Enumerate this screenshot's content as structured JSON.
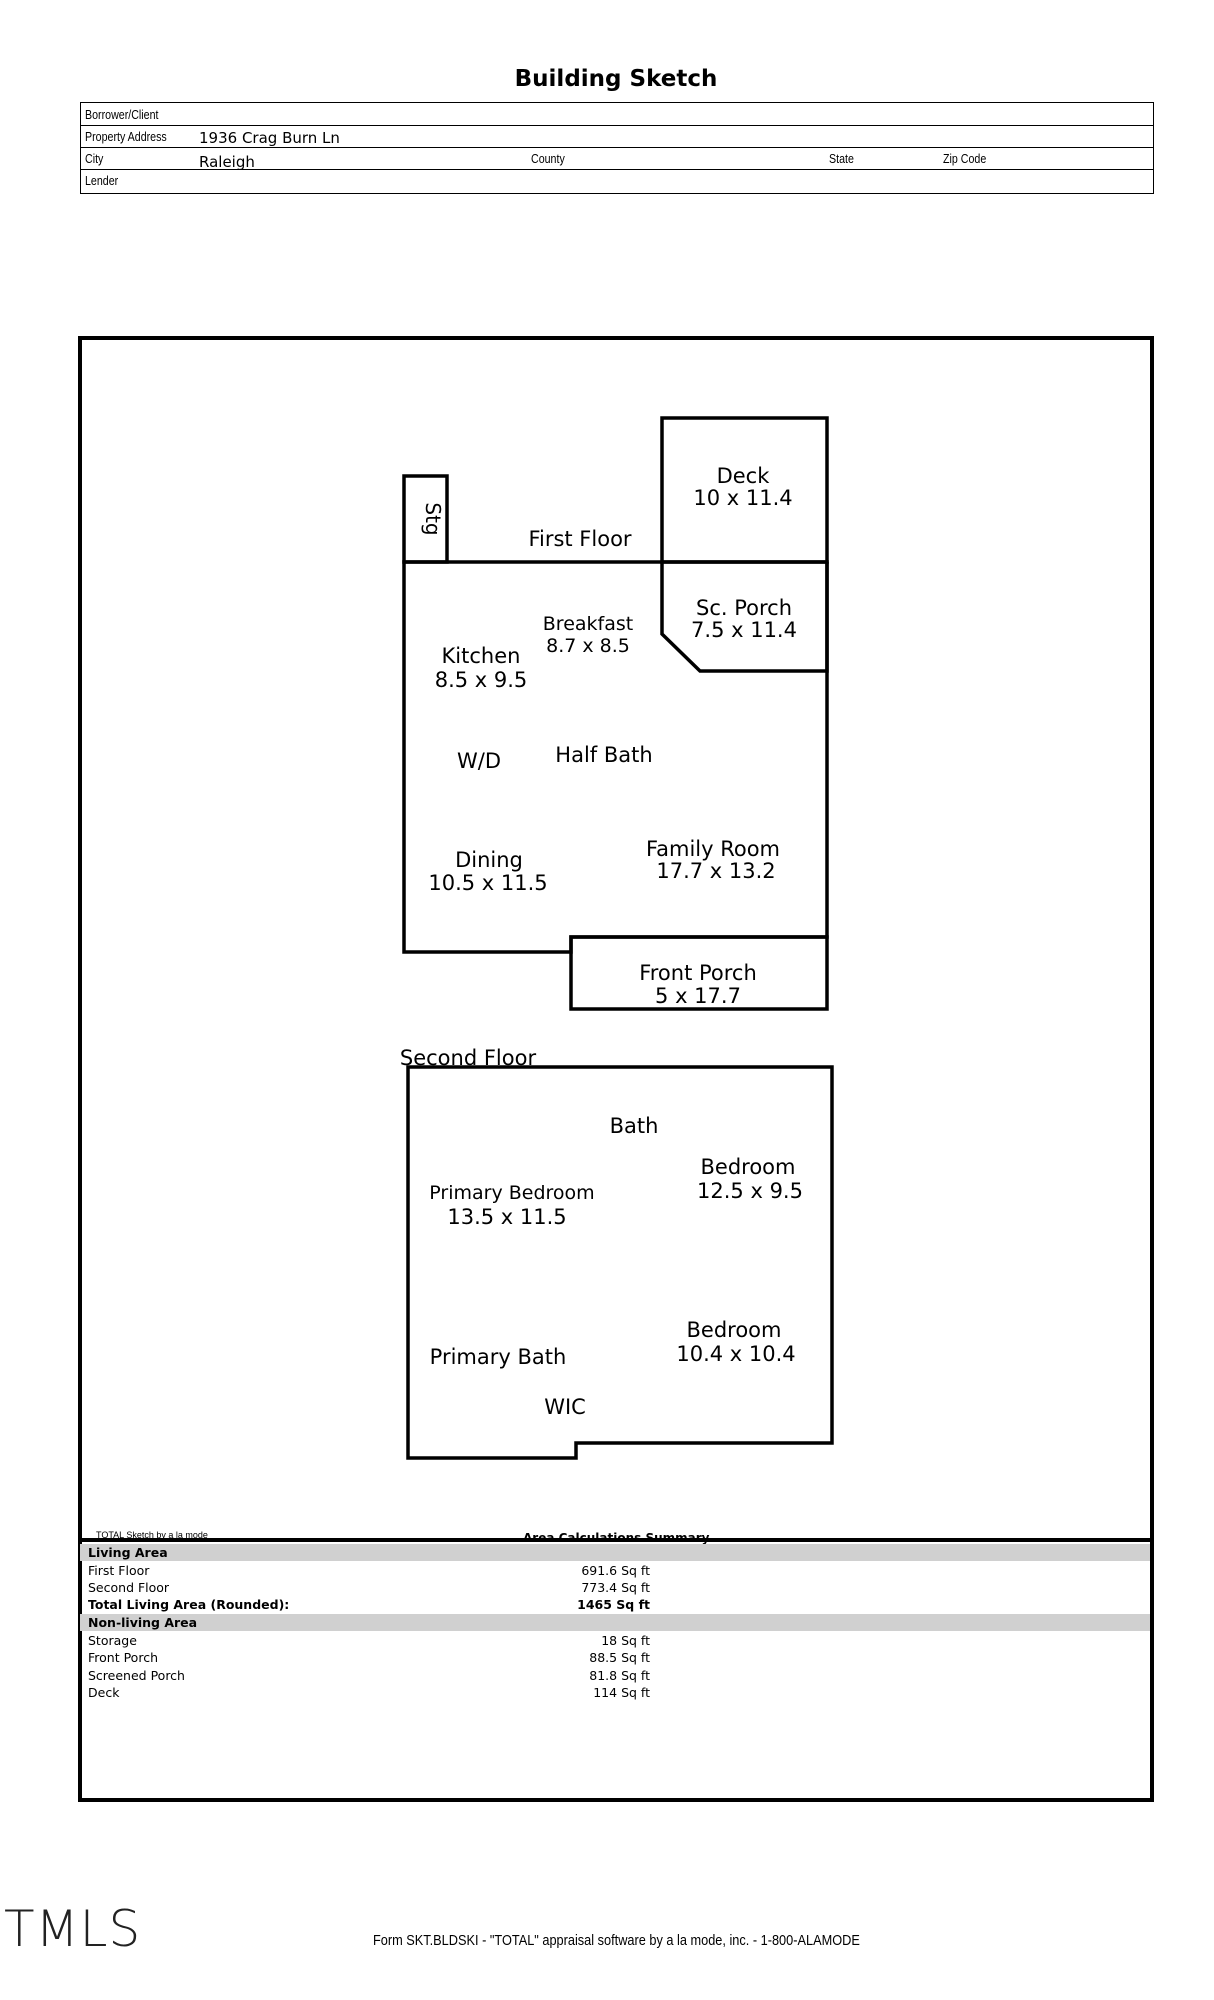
{
  "document": {
    "title": "Building Sketch"
  },
  "header": {
    "borrower_label": "Borrower/Client",
    "borrower_value": "",
    "address_label": "Property Address",
    "address_value": "1936 Crag Burn Ln",
    "city_label": "City",
    "city_value": "Raleigh",
    "county_label": "County",
    "state_label": "State",
    "zip_label": "Zip Code",
    "lender_label": "Lender"
  },
  "sketch": {
    "first_floor_label": "First Floor",
    "second_floor_label": "Second Floor",
    "rooms": {
      "stg": "Stg",
      "deck_name": "Deck",
      "deck_dim": "10 x 11.4",
      "porch_name": "Sc. Porch",
      "porch_dim": "7.5 x 11.4",
      "breakfast_name": "Breakfast",
      "breakfast_dim": "8.7 x 8.5",
      "kitchen_name": "Kitchen",
      "kitchen_dim": "8.5 x 9.5",
      "wd": "W/D",
      "half_bath": "Half Bath",
      "family_name": "Family Room",
      "family_dim": "17.7 x 13.2",
      "dining_name": "Dining",
      "dining_dim": "10.5 x 11.5",
      "front_porch_name": "Front Porch",
      "front_porch_dim": "5 x 17.7",
      "bath": "Bath",
      "bed1_name": "Bedroom",
      "bed1_dim": "12.5 x 9.5",
      "primary_bed_name": "Primary Bedroom",
      "primary_bed_dim": "13.5 x 11.5",
      "bed2_name": "Bedroom",
      "bed2_dim": "10.4 x 10.4",
      "primary_bath": "Primary Bath",
      "wic": "WIC"
    }
  },
  "summary": {
    "software_note": "TOTAL Sketch by a la mode",
    "title": "Area Calculations Summary",
    "living_header": "Living Area",
    "first_floor": "First Floor",
    "first_floor_val": "691.6 Sq ft",
    "second_floor": "Second Floor",
    "second_floor_val": "773.4 Sq ft",
    "total_label": "Total Living Area (Rounded):",
    "total_val": "1465 Sq ft",
    "nonliving_header": "Non-living Area",
    "storage": "Storage",
    "storage_val": "18 Sq ft",
    "front_porch": "Front Porch",
    "front_porch_val": "88.5 Sq ft",
    "screened_porch": "Screened Porch",
    "screened_porch_val": "81.8 Sq ft",
    "deck": "Deck",
    "deck_val": "114 Sq ft"
  },
  "brand": {
    "logo_text": "TMLS"
  },
  "footer": {
    "text": "Form SKT.BLDSKI - \"TOTAL\" appraisal software by a la mode, inc. - 1-800-ALAMODE"
  }
}
